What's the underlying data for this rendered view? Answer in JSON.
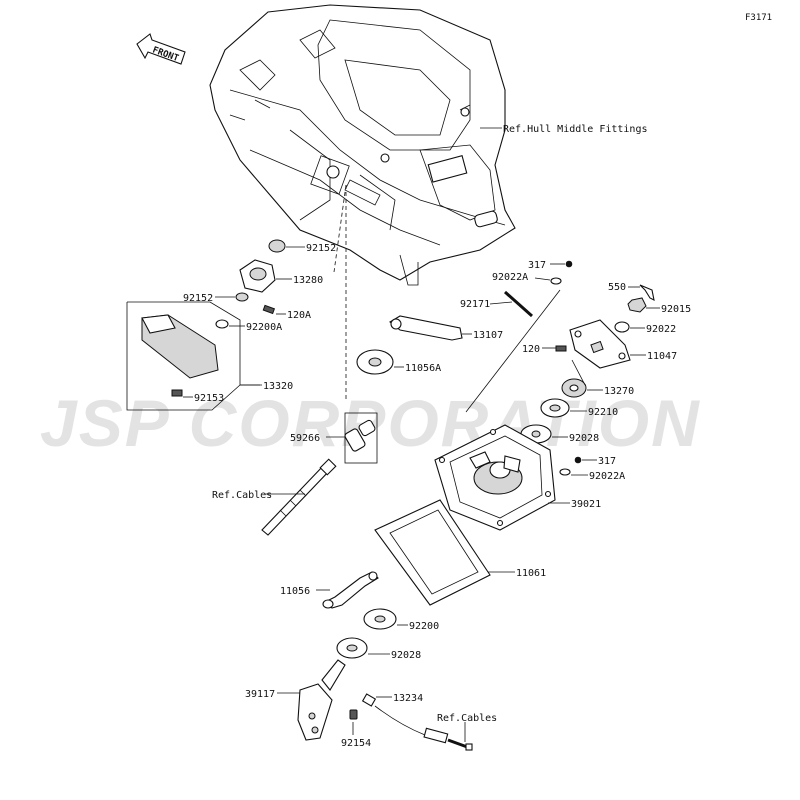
{
  "figure_id": "F3171",
  "direction_label": "FRONT",
  "watermark": "JSP CORPORATION",
  "labels": {
    "hull_ref": "Ref.Hull Middle Fittings",
    "p92152_a": "92152",
    "p13280": "13280",
    "p92152_b": "92152",
    "p120A": "120A",
    "p92200A": "92200A",
    "p13320": "13320",
    "p92153": "92153",
    "p13107": "13107",
    "p11056A": "11056A",
    "p59266": "59266",
    "cables_ref_left": "Ref.Cables",
    "p317_a": "317",
    "p92022A_a": "92022A",
    "p92171": "92171",
    "p550": "550",
    "p92015": "92015",
    "p92022": "92022",
    "p120": "120",
    "p11047": "11047",
    "p13270": "13270",
    "p92210": "92210",
    "p92028_a": "92028",
    "p317_b": "317",
    "p92022A_b": "92022A",
    "p39021": "39021",
    "p11061": "11061",
    "p11056": "11056",
    "p92200": "92200",
    "p92028_b": "92028",
    "p39117": "39117",
    "p13234": "13234",
    "p92154": "92154",
    "cables_ref_right": "Ref.Cables"
  }
}
